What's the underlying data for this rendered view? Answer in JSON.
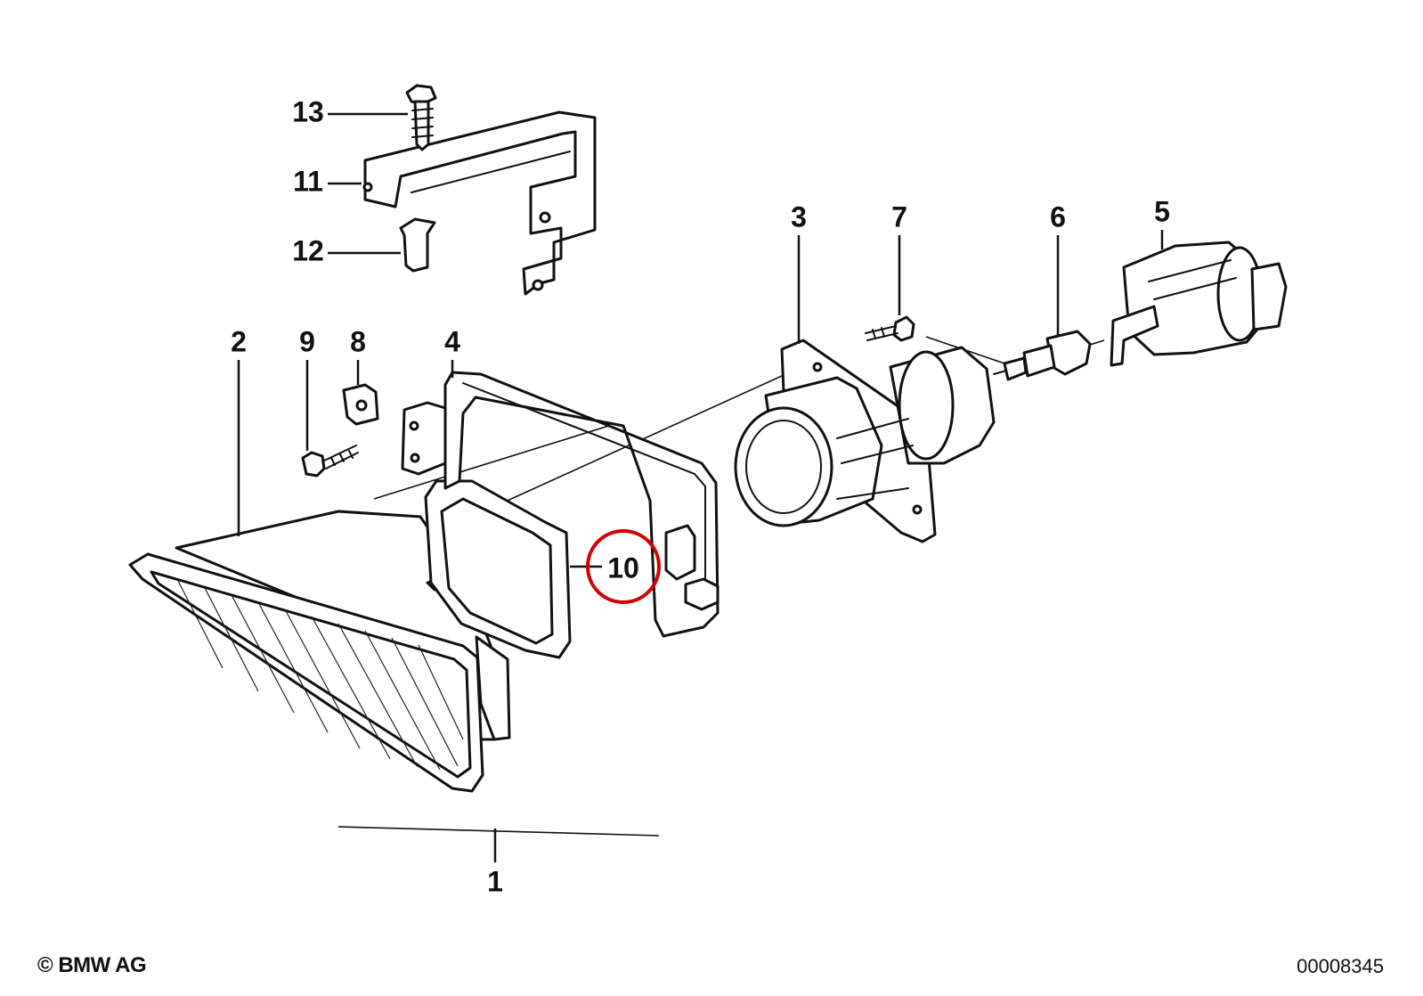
{
  "diagram": {
    "callouts": {
      "n1": "1",
      "n2": "2",
      "n3": "3",
      "n4": "4",
      "n5": "5",
      "n6": "6",
      "n7": "7",
      "n8": "8",
      "n9": "9",
      "n10": "10",
      "n11": "11",
      "n12": "12",
      "n13": "13"
    },
    "highlight_color": "#d40000",
    "highlighted_callout": "10"
  },
  "footer": {
    "copyright": "© BMW AG",
    "diagram_id": "00008345"
  }
}
